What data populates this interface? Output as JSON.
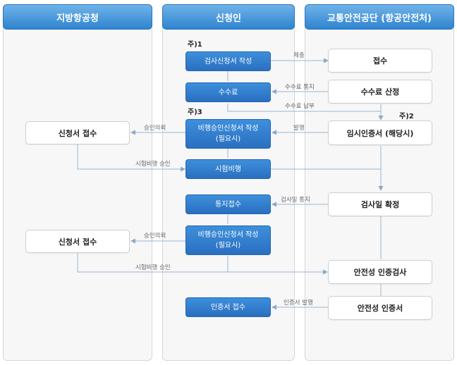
{
  "columns": {
    "left": "지방항공청",
    "middle": "신청인",
    "right": "교통안전공단 (항공안전처)"
  },
  "notes": {
    "n1": "주)1",
    "n2": "주)2",
    "n3": "주)3"
  },
  "boxes": {
    "inspection_application": "검사신청서 작성",
    "fee": "수수료",
    "flight_approval_1_line1": "비행승인신청서 작성",
    "flight_approval_1_line2": "(필요시)",
    "test_flight": "시험비행",
    "notice_receipt": "통지접수",
    "flight_approval_2_line1": "비행승인신청서 작성",
    "flight_approval_2_line2": "(필요시)",
    "cert_receipt": "인증서 접수",
    "left_receipt_1": "신청서 접수",
    "left_receipt_2": "신청서 접수",
    "reception": "접수",
    "fee_calc": "수수료 산정",
    "temp_cert": "임시인증서  (해당시)",
    "date_confirm": "검사일 확정",
    "safety_inspection": "안전성 인증검사",
    "safety_cert": "안전성 인증서"
  },
  "labels": {
    "submit": "제출",
    "fee_notice": "수수료 통지",
    "fee_payment": "수수료 납부",
    "issue": "발행",
    "approval_request_1": "승인의뢰",
    "test_flight_approval_1": "시험비행 승인",
    "date_notice": "검사일 통지",
    "approval_request_2": "승인의뢰",
    "test_flight_approval_2": "시험비행 승인",
    "cert_issue": "인증서 발행"
  }
}
